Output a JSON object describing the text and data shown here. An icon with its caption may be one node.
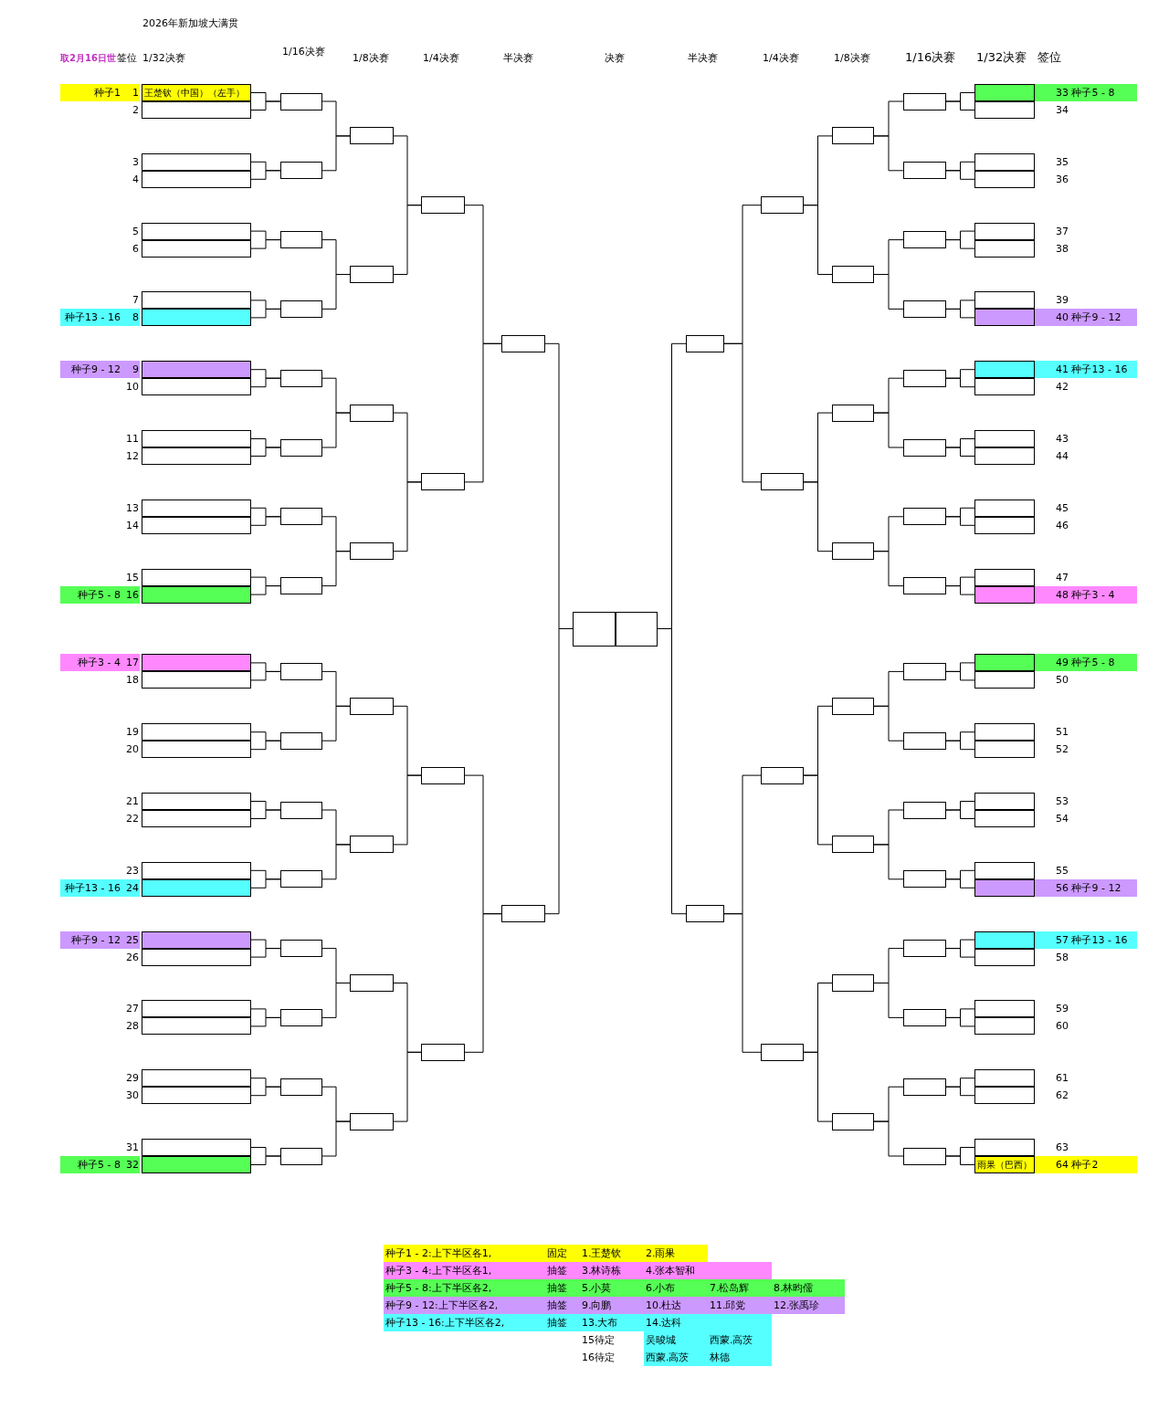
{
  "diagram": {
    "title": "2026年新加坡大满贯",
    "nodes": [
      {
        "text": [
          "王楚钦（中国）（左手）"
        ],
        "beside": [
          "种子1",
          "1"
        ]
      },
      {
        "text": [],
        "shape": "box",
        "beside": [
          "2"
        ]
      },
      {
        "text": [],
        "shape": "box",
        "beside": [
          "3"
        ]
      },
      {
        "text": [],
        "shape": "box",
        "beside": [
          "4"
        ]
      },
      {
        "text": [],
        "shape": "box",
        "beside": [
          "5"
        ]
      },
      {
        "text": [],
        "shape": "box",
        "beside": [
          "6"
        ]
      },
      {
        "text": [],
        "shape": "box",
        "beside": [
          "7"
        ]
      },
      {
        "text": [],
        "shape": "box",
        "beside": [
          "种子13 - 16",
          "8"
        ]
      },
      {
        "text": [],
        "shape": "box",
        "beside": [
          "种子9 - 12",
          "9"
        ]
      },
      {
        "text": [],
        "shape": "box",
        "beside": [
          "10"
        ]
      },
      {
        "text": [],
        "shape": "box",
        "beside": [
          "11"
        ]
      },
      {
        "text": [],
        "shape": "box",
        "beside": [
          "12"
        ]
      },
      {
        "text": [],
        "shape": "box",
        "beside": [
          "13"
        ]
      },
      {
        "text": [],
        "shape": "box",
        "beside": [
          "14"
        ]
      },
      {
        "text": [],
        "shape": "box",
        "beside": [
          "15"
        ]
      },
      {
        "text": [],
        "shape": "box",
        "beside": [
          "种子5 - 8",
          "16"
        ]
      },
      {
        "text": [],
        "shape": "box",
        "beside": [
          "种子3 - 4",
          "17"
        ]
      },
      {
        "text": [],
        "shape": "box",
        "beside": [
          "18"
        ]
      },
      {
        "text": [],
        "shape": "box",
        "beside": [
          "19"
        ]
      },
      {
        "text": [],
        "shape": "box",
        "beside": [
          "20"
        ]
      },
      {
        "text": [],
        "shape": "box",
        "beside": [
          "21"
        ]
      },
      {
        "text": [],
        "shape": "box",
        "beside": [
          "22"
        ]
      },
      {
        "text": [],
        "shape": "box",
        "beside": [
          "23"
        ]
      },
      {
        "text": [],
        "shape": "box",
        "beside": [
          "种子13 - 16",
          "24"
        ]
      },
      {
        "text": [],
        "shape": "box",
        "beside": [
          "种子9 - 12",
          "25"
        ]
      },
      {
        "text": [],
        "shape": "box",
        "beside": [
          "26"
        ]
      },
      {
        "text": [],
        "shape": "box",
        "beside": [
          "27"
        ]
      },
      {
        "text": [],
        "shape": "box",
        "beside": [
          "28"
        ]
      },
      {
        "text": [],
        "shape": "box",
        "beside": [
          "29"
        ]
      },
      {
        "text": [],
        "shape": "box",
        "beside": [
          "30"
        ]
      },
      {
        "text": [],
        "shape": "box",
        "beside": [
          "31"
        ]
      },
      {
        "text": [],
        "shape": "box",
        "beside": [
          "种子5 - 8",
          "32"
        ]
      },
      {
        "text": [],
        "shape": "box",
        "beside": [
          "33 种子5 - 8"
        ]
      },
      {
        "text": [],
        "shape": "box",
        "beside": [
          "34"
        ]
      },
      {
        "text": [],
        "shape": "box",
        "beside": [
          "35"
        ]
      },
      {
        "text": [],
        "shape": "box",
        "beside": [
          "36"
        ]
      },
      {
        "text": [],
        "shape": "box",
        "beside": [
          "37"
        ]
      },
      {
        "text": [],
        "shape": "box",
        "beside": [
          "38"
        ]
      },
      {
        "text": [],
        "shape": "box",
        "beside": [
          "39"
        ]
      },
      {
        "text": [],
        "shape": "box",
        "beside": [
          "40 种子9 - 12"
        ]
      },
      {
        "text": [],
        "shape": "box",
        "beside": [
          "41 种子13 - 16"
        ]
      },
      {
        "text": [],
        "shape": "box",
        "beside": [
          "42"
        ]
      },
      {
        "text": [],
        "shape": "box",
        "beside": [
          "43"
        ]
      },
      {
        "text": [],
        "shape": "box",
        "beside": [
          "44"
        ]
      },
      {
        "text": [],
        "shape": "box",
        "beside": [
          "45"
        ]
      },
      {
        "text": [],
        "shape": "box",
        "beside": [
          "46"
        ]
      },
      {
        "text": [],
        "shape": "box",
        "beside": [
          "47"
        ]
      },
      {
        "text": [],
        "shape": "box",
        "beside": [
          "48 种子3 - 4"
        ]
      },
      {
        "text": [],
        "shape": "box",
        "beside": [
          "49 种子5 - 8"
        ]
      },
      {
        "text": [],
        "shape": "box",
        "beside": [
          "50"
        ]
      },
      {
        "text": [],
        "shape": "box",
        "beside": [
          "51"
        ]
      },
      {
        "text": [],
        "shape": "box",
        "beside": [
          "52"
        ]
      },
      {
        "text": [],
        "shape": "box",
        "beside": [
          "53"
        ]
      },
      {
        "text": [],
        "shape": "box",
        "beside": [
          "54"
        ]
      },
      {
        "text": [],
        "shape": "box",
        "beside": [
          "55"
        ]
      },
      {
        "text": [],
        "shape": "box",
        "beside": [
          "56 种子9 - 12"
        ]
      },
      {
        "text": [],
        "shape": "box",
        "beside": [
          "57 种子13 - 16"
        ]
      },
      {
        "text": [],
        "shape": "box",
        "beside": [
          "58"
        ]
      },
      {
        "text": [],
        "shape": "box",
        "beside": [
          "59"
        ]
      },
      {
        "text": [],
        "shape": "box",
        "beside": [
          "60"
        ]
      },
      {
        "text": [],
        "shape": "box",
        "beside": [
          "61"
        ]
      },
      {
        "text": [],
        "shape": "box",
        "beside": [
          "62"
        ]
      },
      {
        "text": [],
        "shape": "box",
        "beside": [
          "63"
        ]
      },
      {
        "text": [
          "雨果（巴西）"
        ],
        "beside": [
          "64 种子2"
        ]
      },
      {
        "text": [],
        "shape": "box"
      },
      {
        "text": [],
        "shape": "box"
      },
      {
        "text": [],
        "shape": "box"
      },
      {
        "text": [],
        "shape": "box"
      },
      {
        "text": [],
        "shape": "box"
      },
      {
        "text": [],
        "shape": "box"
      },
      {
        "text": [],
        "shape": "box"
      },
      {
        "text": [],
        "shape": "box"
      },
      {
        "text": [],
        "shape": "box"
      },
      {
        "text": [],
        "shape": "box"
      },
      {
        "text": [],
        "shape": "box"
      },
      {
        "text": [],
        "shape": "box"
      },
      {
        "text": [],
        "shape": "box"
      },
      {
        "text": [],
        "shape": "box"
      },
      {
        "text": [],
        "shape": "box"
      },
      {
        "text": [],
        "shape": "box"
      },
      {
        "text": [],
        "shape": "box"
      },
      {
        "text": [],
        "shape": "box"
      },
      {
        "text": [],
        "shape": "box"
      },
      {
        "text": [],
        "shape": "box"
      },
      {
        "text": [],
        "shape": "box"
      },
      {
        "text": [],
        "shape": "box"
      },
      {
        "text": [],
        "shape": "box"
      },
      {
        "text": [],
        "shape": "box"
      },
      {
        "text": [],
        "shape": "box"
      },
      {
        "text": [],
        "shape": "box"
      },
      {
        "text": [],
        "shape": "box"
      },
      {
        "text": [],
        "shape": "box"
      },
      {
        "text": [],
        "shape": "box"
      },
      {
        "text": [],
        "shape": "box"
      },
      {
        "text": [],
        "shape": "box"
      },
      {
        "text": [],
        "shape": "box"
      },
      {
        "text": [],
        "shape": "box"
      },
      {
        "text": [],
        "shape": "box"
      },
      {
        "text": [],
        "shape": "box"
      },
      {
        "text": [],
        "shape": "box"
      },
      {
        "text": [],
        "shape": "box"
      },
      {
        "text": [],
        "shape": "box"
      },
      {
        "text": [],
        "shape": "box"
      },
      {
        "text": [],
        "shape": "box"
      },
      {
        "text": [],
        "shape": "box"
      },
      {
        "text": [],
        "shape": "box"
      },
      {
        "text": [],
        "shape": "box"
      },
      {
        "text": [],
        "shape": "box"
      },
      {
        "text": [],
        "shape": "box"
      },
      {
        "text": [],
        "shape": "box"
      },
      {
        "text": [],
        "shape": "box"
      },
      {
        "text": [],
        "shape": "box"
      },
      {
        "text": [],
        "shape": "box"
      },
      {
        "text": [],
        "shape": "box"
      },
      {
        "text": [],
        "shape": "box"
      },
      {
        "text": [],
        "shape": "box"
      },
      {
        "text": [],
        "shape": "box"
      },
      {
        "text": [],
        "shape": "box"
      },
      {
        "text": [],
        "shape": "box"
      },
      {
        "text": [],
        "shape": "box"
      },
      {
        "text": [],
        "shape": "box"
      },
      {
        "text": [],
        "shape": "box"
      },
      {
        "text": [],
        "shape": "box"
      },
      {
        "text": [],
        "shape": "box"
      },
      {
        "text": [],
        "shape": "box"
      },
      {
        "text": [],
        "shape": "box"
      }
    ],
    "edges": [
      {
        "from": 0,
        "to": 64,
        "arrow": "none"
      },
      {
        "from": 1,
        "to": 64,
        "arrow": "none"
      },
      {
        "from": 2,
        "to": 65,
        "arrow": "none"
      },
      {
        "from": 3,
        "to": 65,
        "arrow": "none"
      },
      {
        "from": 4,
        "to": 66,
        "arrow": "none"
      },
      {
        "from": 5,
        "to": 66,
        "arrow": "none"
      },
      {
        "from": 6,
        "to": 67,
        "arrow": "none"
      },
      {
        "from": 7,
        "to": 67,
        "arrow": "none"
      },
      {
        "from": 8,
        "to": 68,
        "arrow": "none"
      },
      {
        "from": 9,
        "to": 68,
        "arrow": "none"
      },
      {
        "from": 10,
        "to": 69,
        "arrow": "none"
      },
      {
        "from": 11,
        "to": 69,
        "arrow": "none"
      },
      {
        "from": 12,
        "to": 70,
        "arrow": "none"
      },
      {
        "from": 13,
        "to": 70,
        "arrow": "none"
      },
      {
        "from": 14,
        "to": 71,
        "arrow": "none"
      },
      {
        "from": 15,
        "to": 71,
        "arrow": "none"
      },
      {
        "from": 16,
        "to": 72,
        "arrow": "none"
      },
      {
        "from": 17,
        "to": 72,
        "arrow": "none"
      },
      {
        "from": 18,
        "to": 73,
        "arrow": "none"
      },
      {
        "from": 19,
        "to": 73,
        "arrow": "none"
      },
      {
        "from": 20,
        "to": 74,
        "arrow": "none"
      },
      {
        "from": 21,
        "to": 74,
        "arrow": "none"
      },
      {
        "from": 22,
        "to": 75,
        "arrow": "none"
      },
      {
        "from": 23,
        "to": 75,
        "arrow": "none"
      },
      {
        "from": 24,
        "to": 76,
        "arrow": "none"
      },
      {
        "from": 25,
        "to": 76,
        "arrow": "none"
      },
      {
        "from": 26,
        "to": 77,
        "arrow": "none"
      },
      {
        "from": 27,
        "to": 77,
        "arrow": "none"
      },
      {
        "from": 28,
        "to": 78,
        "arrow": "none"
      },
      {
        "from": 29,
        "to": 78,
        "arrow": "none"
      },
      {
        "from": 30,
        "to": 79,
        "arrow": "none"
      },
      {
        "from": 31,
        "to": 79,
        "arrow": "none"
      },
      {
        "from": 32,
        "to": 80,
        "arrow": "none"
      },
      {
        "from": 33,
        "to": 80,
        "arrow": "none"
      },
      {
        "from": 34,
        "to": 81,
        "arrow": "none"
      },
      {
        "from": 35,
        "to": 81,
        "arrow": "none"
      },
      {
        "from": 36,
        "to": 82,
        "arrow": "none"
      },
      {
        "from": 37,
        "to": 82,
        "arrow": "none"
      },
      {
        "from": 38,
        "to": 83,
        "arrow": "none"
      },
      {
        "from": 39,
        "to": 83,
        "arrow": "none"
      },
      {
        "from": 40,
        "to": 84,
        "arrow": "none"
      },
      {
        "from": 41,
        "to": 84,
        "arrow": "none"
      },
      {
        "from": 42,
        "to": 85,
        "arrow": "none"
      },
      {
        "from": 43,
        "to": 85,
        "arrow": "none"
      },
      {
        "from": 44,
        "to": 86,
        "arrow": "none"
      },
      {
        "from": 45,
        "to": 86,
        "arrow": "none"
      },
      {
        "from": 46,
        "to": 87,
        "arrow": "none"
      },
      {
        "from": 47,
        "to": 87,
        "arrow": "none"
      },
      {
        "from": 48,
        "to": 88,
        "arrow": "none"
      },
      {
        "from": 49,
        "to": 88,
        "arrow": "none"
      },
      {
        "from": 50,
        "to": 89,
        "arrow": "none"
      },
      {
        "from": 51,
        "to": 89,
        "arrow": "none"
      },
      {
        "from": 52,
        "to": 90,
        "arrow": "none"
      },
      {
        "from": 53,
        "to": 90,
        "arrow": "none"
      },
      {
        "from": 54,
        "to": 91,
        "arrow": "none"
      },
      {
        "from": 55,
        "to": 91,
        "arrow": "none"
      },
      {
        "from": 56,
        "to": 92,
        "arrow": "none"
      },
      {
        "from": 57,
        "to": 92,
        "arrow": "none"
      },
      {
        "from": 58,
        "to": 93,
        "arrow": "none"
      },
      {
        "from": 59,
        "to": 93,
        "arrow": "none"
      },
      {
        "from": 60,
        "to": 94,
        "arrow": "none"
      },
      {
        "from": 61,
        "to": 94,
        "arrow": "none"
      },
      {
        "from": 62,
        "to": 95,
        "arrow": "none"
      },
      {
        "from": 63,
        "to": 95,
        "arrow": "none"
      },
      {
        "from": 64,
        "to": 96,
        "arrow": "none"
      },
      {
        "from": 65,
        "to": 96,
        "arrow": "none"
      },
      {
        "from": 66,
        "to": 97,
        "arrow": "none"
      },
      {
        "from": 67,
        "to": 97,
        "arrow": "none"
      },
      {
        "from": 68,
        "to": 98,
        "arrow": "none"
      },
      {
        "from": 69,
        "to": 98,
        "arrow": "none"
      },
      {
        "from": 70,
        "to": 99,
        "arrow": "none"
      },
      {
        "from": 71,
        "to": 99,
        "arrow": "none"
      },
      {
        "from": 72,
        "to": 100,
        "arrow": "none"
      },
      {
        "from": 73,
        "to": 100,
        "arrow": "none"
      },
      {
        "from": 74,
        "to": 101,
        "arrow": "none"
      },
      {
        "from": 75,
        "to": 101,
        "arrow": "none"
      },
      {
        "from": 76,
        "to": 102,
        "arrow": "none"
      },
      {
        "from": 77,
        "to": 102,
        "arrow": "none"
      },
      {
        "from": 78,
        "to": 103,
        "arrow": "none"
      },
      {
        "from": 79,
        "to": 103,
        "arrow": "none"
      },
      {
        "from": 80,
        "to": 104,
        "arrow": "none"
      },
      {
        "from": 81,
        "to": 104,
        "arrow": "none"
      },
      {
        "from": 82,
        "to": 105,
        "arrow": "none"
      },
      {
        "from": 83,
        "to": 105,
        "arrow": "none"
      },
      {
        "from": 84,
        "to": 106,
        "arrow": "none"
      },
      {
        "from": 85,
        "to": 106,
        "arrow": "none"
      },
      {
        "from": 86,
        "to": 107,
        "arrow": "none"
      },
      {
        "from": 87,
        "to": 107,
        "arrow": "none"
      },
      {
        "from": 88,
        "to": 108,
        "arrow": "none"
      },
      {
        "from": 89,
        "to": 108,
        "arrow": "none"
      },
      {
        "from": 90,
        "to": 109,
        "arrow": "none"
      },
      {
        "from": 91,
        "to": 109,
        "arrow": "none"
      },
      {
        "from": 92,
        "to": 110,
        "arrow": "none"
      },
      {
        "from": 93,
        "to": 110,
        "arrow": "none"
      },
      {
        "from": 94,
        "to": 111,
        "arrow": "none"
      },
      {
        "from": 95,
        "to": 111,
        "arrow": "none"
      },
      {
        "from": 96,
        "to": 112,
        "arrow": "none"
      },
      {
        "from": 97,
        "to": 112,
        "arrow": "none"
      },
      {
        "from": 98,
        "to": 113,
        "arrow": "none"
      },
      {
        "from": 99,
        "to": 113,
        "arrow": "none"
      },
      {
        "from": 100,
        "to": 114,
        "arrow": "none"
      },
      {
        "from": 101,
        "to": 114,
        "arrow": "none"
      },
      {
        "from": 102,
        "to": 115,
        "arrow": "none"
      },
      {
        "from": 103,
        "to": 115,
        "arrow": "none"
      },
      {
        "from": 104,
        "to": 116,
        "arrow": "none"
      },
      {
        "from": 105,
        "to": 116,
        "arrow": "none"
      },
      {
        "from": 106,
        "to": 117,
        "arrow": "none"
      },
      {
        "from": 107,
        "to": 117,
        "arrow": "none"
      },
      {
        "from": 108,
        "to": 118,
        "arrow": "none"
      },
      {
        "from": 109,
        "to": 118,
        "arrow": "none"
      },
      {
        "from": 110,
        "to": 119,
        "arrow": "none"
      },
      {
        "from": 111,
        "to": 119,
        "arrow": "none"
      },
      {
        "from": 112,
        "to": 120,
        "arrow": "none"
      },
      {
        "from": 113,
        "to": 120,
        "arrow": "none"
      },
      {
        "from": 114,
        "to": 121,
        "arrow": "none"
      },
      {
        "from": 115,
        "to": 121,
        "arrow": "none"
      },
      {
        "from": 116,
        "to": 122,
        "arrow": "none"
      },
      {
        "from": 117,
        "to": 122,
        "arrow": "none"
      },
      {
        "from": 118,
        "to": 123,
        "arrow": "none"
      },
      {
        "from": 119,
        "to": 123,
        "arrow": "none"
      },
      {
        "from": 120,
        "to": 124,
        "arrow": "none"
      },
      {
        "from": 121,
        "to": 124,
        "arrow": "none"
      },
      {
        "from": 122,
        "to": 125,
        "arrow": "none"
      },
      {
        "from": 123,
        "to": 125,
        "arrow": "none"
      }
    ],
    "labels": [
      "取2月16日世",
      "签位",
      "1/32决赛",
      "1/16决赛",
      "1/8决赛",
      "1/4决赛",
      "半决赛",
      "决赛",
      "半决赛",
      "1/4决赛",
      "1/8决赛",
      "1/16决赛",
      "1/32决赛",
      "签位",
      "种子1 - 2:上下半区各1,",
      "固定",
      "1.王楚钦",
      "2.雨果",
      "种子3 - 4:上下半区各1,",
      "抽签",
      "3.林诗栋",
      "4.张本智和",
      "种子5 - 8:上下半区各2,",
      "抽签",
      "5.小莫",
      "6.小布",
      "7.松岛辉",
      "8.林昀儒",
      "种子9 - 12:上下半区各2,",
      "抽签",
      "9.向鹏",
      "10.杜达",
      "11.邱党",
      "12.张禹珍",
      "种子13 - 16:上下半区各2,",
      "抽签",
      "13.大布",
      "14.达科",
      "15待定",
      "吴晙城",
      "西蒙.高茨",
      "16待定",
      "西蒙.高茨",
      "林德"
    ]
  }
}
